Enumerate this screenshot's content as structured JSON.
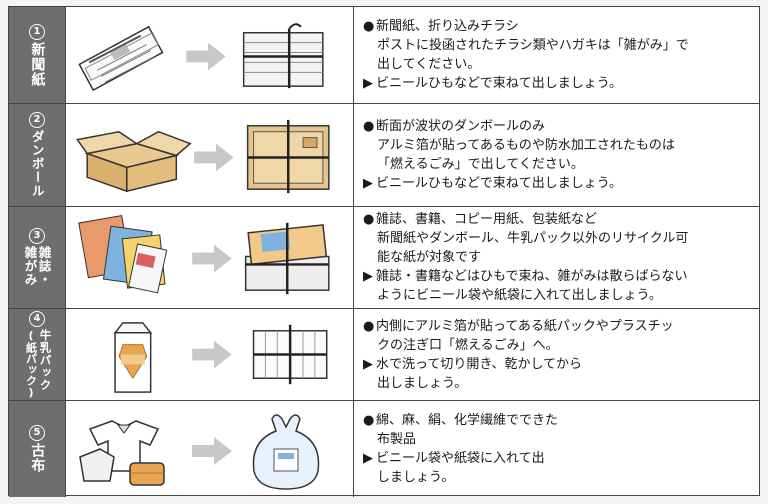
{
  "rows": [
    {
      "number": "1",
      "label": "新聞紙",
      "lines": [
        {
          "mark": "●",
          "text": "新聞紙、折り込みチラシ"
        },
        {
          "mark": "",
          "text": "ポストに投函されたチラシ類やハガキは「雑がみ」で"
        },
        {
          "mark": "",
          "text": "出してください。"
        },
        {
          "mark": "▶",
          "text": "ビニールひもなどで束ねて出しましょう。"
        }
      ]
    },
    {
      "number": "2",
      "label": "ダンボール",
      "lines": [
        {
          "mark": "●",
          "text": "断面が波状のダンボールのみ"
        },
        {
          "mark": "",
          "text": "アルミ箔が貼ってあるものや防水加工されたものは"
        },
        {
          "mark": "",
          "text": "「燃えるごみ」で出してください。"
        },
        {
          "mark": "▶",
          "text": "ビニールひもなどで束ねて出しましょう。"
        }
      ]
    },
    {
      "number": "3",
      "label": "雑誌・",
      "label2": "雑がみ",
      "lines": [
        {
          "mark": "●",
          "text": "雑誌、書籍、コピー用紙、包装紙など"
        },
        {
          "mark": "",
          "text": "新聞紙やダンボール、牛乳パック以外のリサイクル可"
        },
        {
          "mark": "",
          "text": "能な紙が対象です"
        },
        {
          "mark": "▶",
          "text": "雑誌・書籍などはひもで束ね、雑がみは散らばらない"
        },
        {
          "mark": "",
          "text": "ようにビニール袋や紙袋に入れて出しましょう。"
        }
      ]
    },
    {
      "number": "4",
      "label": "牛乳パック",
      "label2": "(紙パック)",
      "lines": [
        {
          "mark": "●",
          "text": "内側にアルミ箔が貼ってある紙パックやプラスチッ"
        },
        {
          "mark": "",
          "text": "クの注ぎ口「燃えるごみ」へ。"
        },
        {
          "mark": "▶",
          "text": "水で洗って切り開き、乾かしてから"
        },
        {
          "mark": "",
          "text": "出しましょう。"
        }
      ]
    },
    {
      "number": "5",
      "label": "古布",
      "lines": [
        {
          "mark": "●",
          "text": "綿、麻、絹、化学繊維でできた"
        },
        {
          "mark": "",
          "text": "布製品"
        },
        {
          "mark": "▶",
          "text": "ビニール袋や紙袋に入れて出"
        },
        {
          "mark": "",
          "text": "しましょう。"
        }
      ]
    }
  ]
}
